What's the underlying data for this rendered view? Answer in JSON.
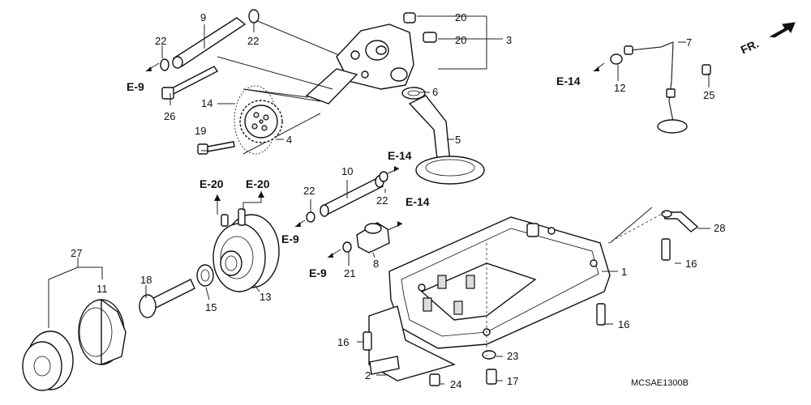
{
  "diagram": {
    "part_numbers": [
      "1",
      "2",
      "3",
      "4",
      "5",
      "6",
      "7",
      "8",
      "9",
      "10",
      "11",
      "12",
      "13",
      "14",
      "15",
      "16",
      "17",
      "18",
      "19",
      "20",
      "21",
      "22",
      "23",
      "24",
      "25",
      "26",
      "27",
      "28"
    ],
    "ref_labels": {
      "e9": "E-9",
      "e14": "E-14",
      "e20": "E-20"
    },
    "direction_label": "FR.",
    "diagram_code": "MCSAE1300B"
  }
}
